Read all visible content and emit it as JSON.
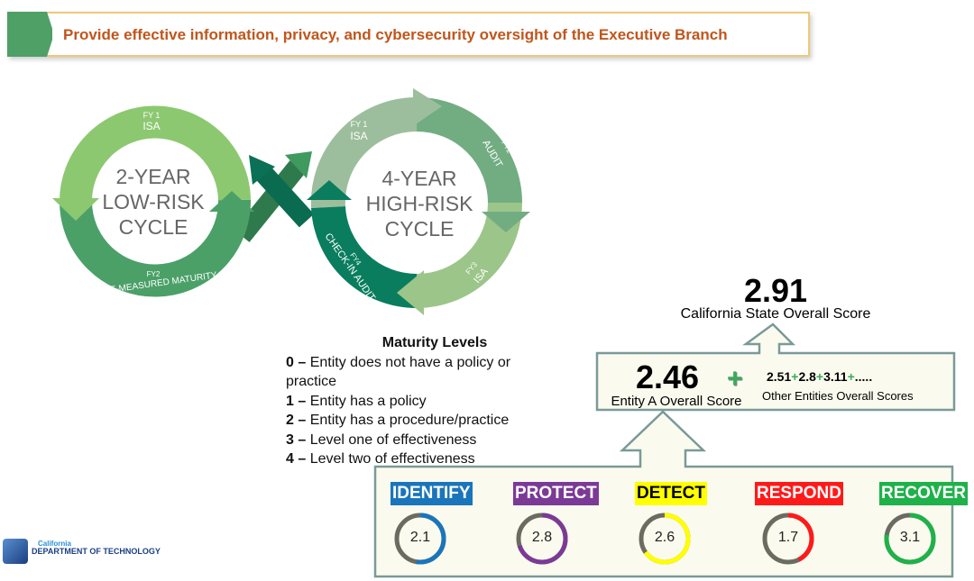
{
  "banner": {
    "title": "Provide effective information, privacy, and cybersecurity oversight of the Executive Branch"
  },
  "cycles": {
    "low": {
      "title": [
        "2-YEAR",
        "LOW-RISK",
        "CYCLE"
      ],
      "fy1": "FY 1",
      "fy1_label": "ISA",
      "fy2": "FY2",
      "fy2_label": "SELF-MEASURED MATURITY"
    },
    "high": {
      "title": [
        "4-YEAR",
        "HIGH-RISK",
        "CYCLE"
      ],
      "fy1": "FY 1",
      "fy1_label": "ISA",
      "fy2": "FY2",
      "fy2_label": "AUDIT",
      "fy3": "FY3",
      "fy3_label": "ISA",
      "fy4": "FY4",
      "fy4_label": "CHECK-IN AUDIT"
    }
  },
  "maturity": {
    "title": "Maturity Levels",
    "levels": [
      {
        "num": "0 –",
        "text": " Entity does not have a policy or practice"
      },
      {
        "num": "1 –",
        "text": " Entity has a policy"
      },
      {
        "num": "2 –",
        "text": " Entity has a procedure/practice"
      },
      {
        "num": "3 –",
        "text": " Level one of effectiveness"
      },
      {
        "num": "4 –",
        "text": " Level two of effectiveness"
      }
    ]
  },
  "scores": {
    "state_score": "2.91",
    "state_label": "California State Overall Score",
    "entity_score": "2.46",
    "entity_label": "Entity A Overall Score",
    "plus": "+",
    "others": [
      "2.51",
      "2.8",
      "3.11",
      "....."
    ],
    "others_label": "Other Entities Overall Scores"
  },
  "functions": [
    {
      "label": "IDENTIFY",
      "value": "2.1",
      "fraction": 0.525,
      "color": "#1a75bb",
      "text": "#ffffff"
    },
    {
      "label": "PROTECT",
      "value": "2.8",
      "fraction": 0.7,
      "color": "#7b3a96",
      "text": "#ffffff"
    },
    {
      "label": "DETECT",
      "value": "2.6",
      "fraction": 0.65,
      "color": "#ffff00",
      "text": "#000000"
    },
    {
      "label": "RESPOND",
      "value": "1.7",
      "fraction": 0.425,
      "color": "#ff1a1a",
      "text": "#ffffff"
    },
    {
      "label": "RECOVER",
      "value": "3.1",
      "fraction": 0.775,
      "color": "#1fb14a",
      "text": "#ffffff"
    }
  ],
  "logo": {
    "line1": "California",
    "line2": "DEPARTMENT OF TECHNOLOGY"
  }
}
